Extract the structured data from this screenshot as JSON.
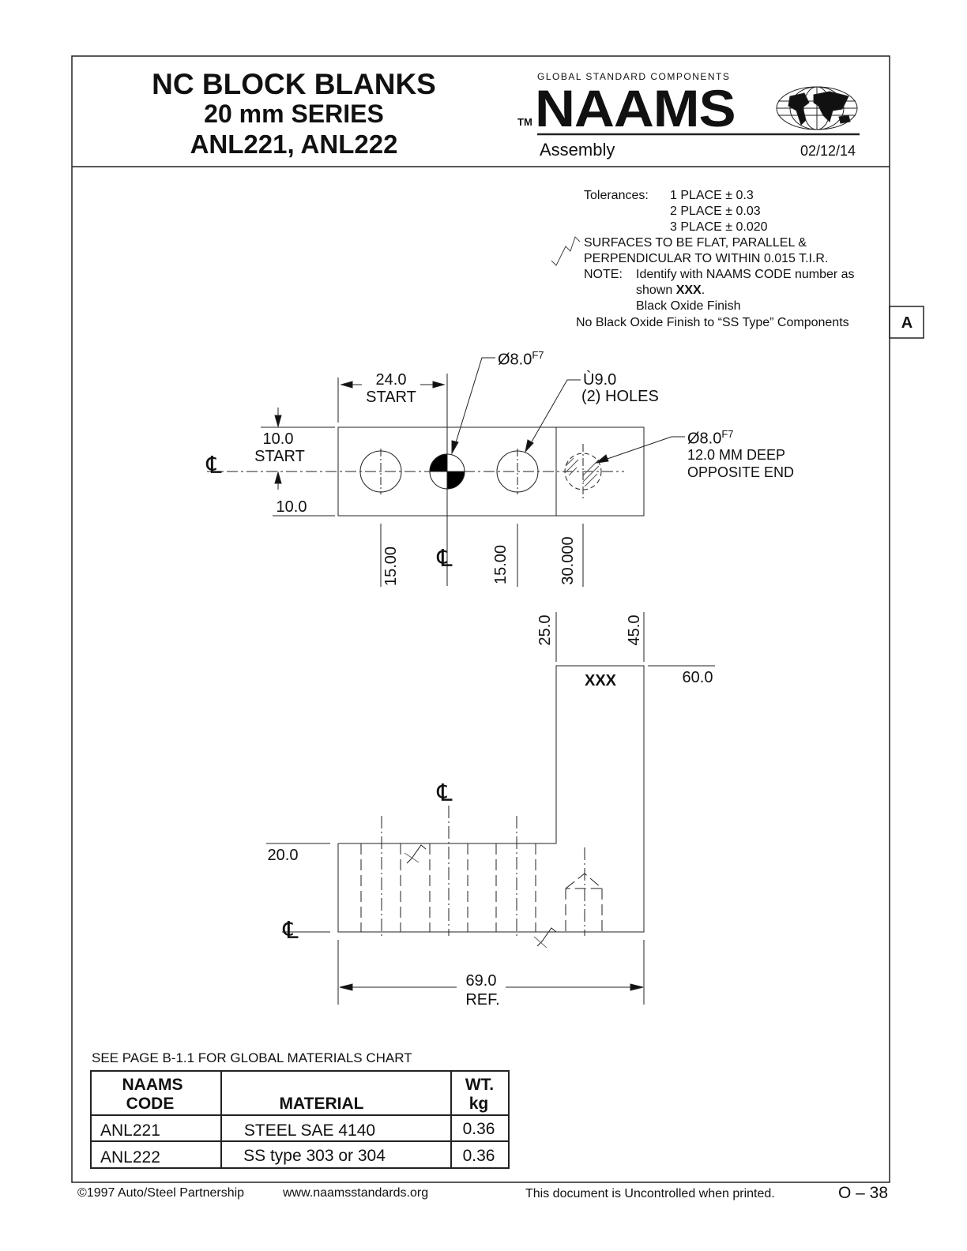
{
  "header": {
    "title1": "NC BLOCK BLANKS",
    "title2": "20 mm SERIES",
    "title3": "ANL221, ANL222",
    "logo_tagline": "GLOBAL STANDARD COMPONENTS",
    "logo_tm": "TM",
    "logo_name": "NAAMS",
    "category": "Assembly",
    "date": "02/12/14"
  },
  "notes": {
    "tol_label": "Tolerances:",
    "tol1": "1 PLACE ± 0.3",
    "tol2": "2 PLACE ± 0.03",
    "tol3": "3 PLACE ± 0.020",
    "surf1": "SURFACES TO BE FLAT, PARALLEL &",
    "surf2": "PERPENDICULAR TO WITHIN 0.015 T.I.R.",
    "note_label": "NOTE:",
    "note1": "Identify with NAAMS CODE number as",
    "note2a": "shown ",
    "note2b": "XXX",
    "note2c": ".",
    "note3": "Black Oxide Finish",
    "note4": "No Black Oxide Finish to “SS Type” Components"
  },
  "tab": "A",
  "top_view": {
    "dim_24": "24.0",
    "start1": "START",
    "hole_f7": "Ø8.0",
    "f7": "F7",
    "hole_9": "Ù9.0",
    "holes2": "(2) HOLES",
    "hole_f7_right": "Ø8.0",
    "f7_right": "F7",
    "deep": "12.0 MM DEEP",
    "opposite": "OPPOSITE END",
    "dim_10a": "10.0",
    "start2": "START",
    "dim_10b": "10.0",
    "dim_15a": "15.00",
    "dim_15b": "15.00",
    "dim_30": "30.000",
    "cl": "℄"
  },
  "side_view": {
    "dim_25": "25.0",
    "dim_45": "45.0",
    "xxx": "XXX",
    "dim_60": "60.0",
    "dim_20": "20.0",
    "dim_69": "69.0",
    "ref": "REF.",
    "cl": "℄"
  },
  "materials": {
    "see_page": "SEE PAGE B-1.1 FOR GLOBAL MATERIALS CHART",
    "headers": {
      "code1": "NAAMS",
      "code2": "CODE",
      "material": "MATERIAL",
      "wt1": "WT.",
      "wt2": "kg"
    },
    "rows": [
      {
        "code": "ANL221",
        "material": "STEEL SAE 4140",
        "wt": "0.36"
      },
      {
        "code": "ANL222",
        "material": "SS type 303 or 304",
        "wt": "0.36"
      }
    ]
  },
  "footer": {
    "copyright": "©1997 Auto/Steel Partnership",
    "url": "www.naamsstandards.org",
    "uncontrolled": "This document is Uncontrolled when printed.",
    "page": "O – 38"
  }
}
